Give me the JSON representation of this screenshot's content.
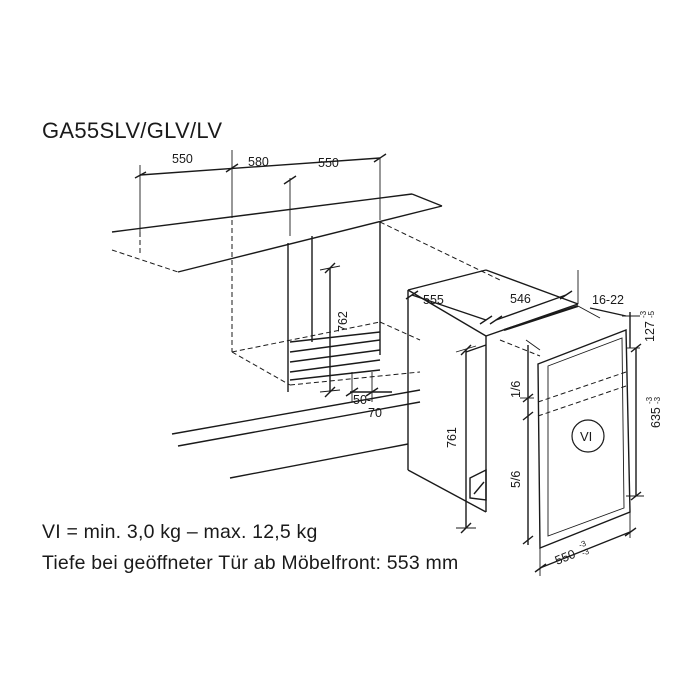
{
  "title": "GA55SLV/GLV/LV",
  "dimensions": {
    "niche_width_left": "550",
    "niche_width_mid": "580",
    "niche_width_right": "550",
    "niche_height": "762",
    "plinth_depth": "50-70",
    "appliance_depth": "555",
    "appliance_width": "546",
    "door_gap": "16-22",
    "door_top": "127",
    "door_top_tol_upper": "-3",
    "door_top_tol_lower": "-5",
    "door_height": "635",
    "door_height_tol_upper": "-3",
    "door_height_tol_lower": "-3",
    "door_width": "550",
    "door_width_tol_upper": "-3",
    "door_width_tol_lower": "-3",
    "appliance_height": "761",
    "fraction_upper": "1/6",
    "fraction_lower": "5/6"
  },
  "door_label": "VI",
  "notes": {
    "line1": "VI = min. 3,0 kg – max. 12,5 kg",
    "line2": "Tiefe bei geöffneter Tür ab Möbelfront: 553 mm"
  }
}
